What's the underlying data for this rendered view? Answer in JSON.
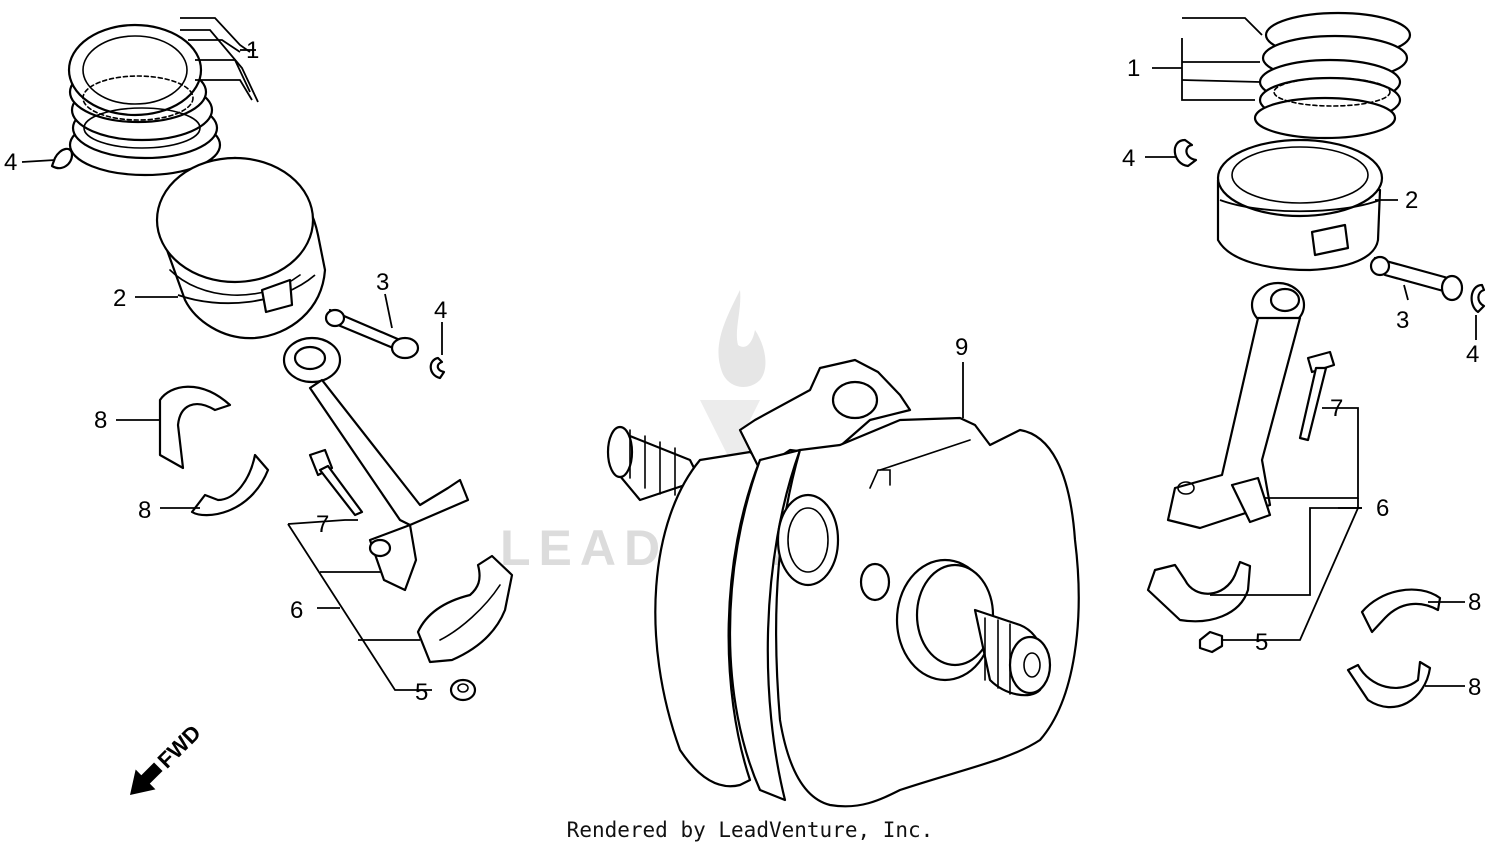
{
  "callouts": {
    "piston_rings": "1",
    "piston": "2",
    "piston_pin": "3",
    "pin_clip": "4",
    "rod_nut": "5",
    "connecting_rod": "6",
    "rod_bolt": "7",
    "crankpin_bearing": "8",
    "crankshaft": "9"
  },
  "watermark": "LEADVENTURE",
  "fwd_label": "FWD",
  "footer": "Rendered by LeadVenture, Inc."
}
